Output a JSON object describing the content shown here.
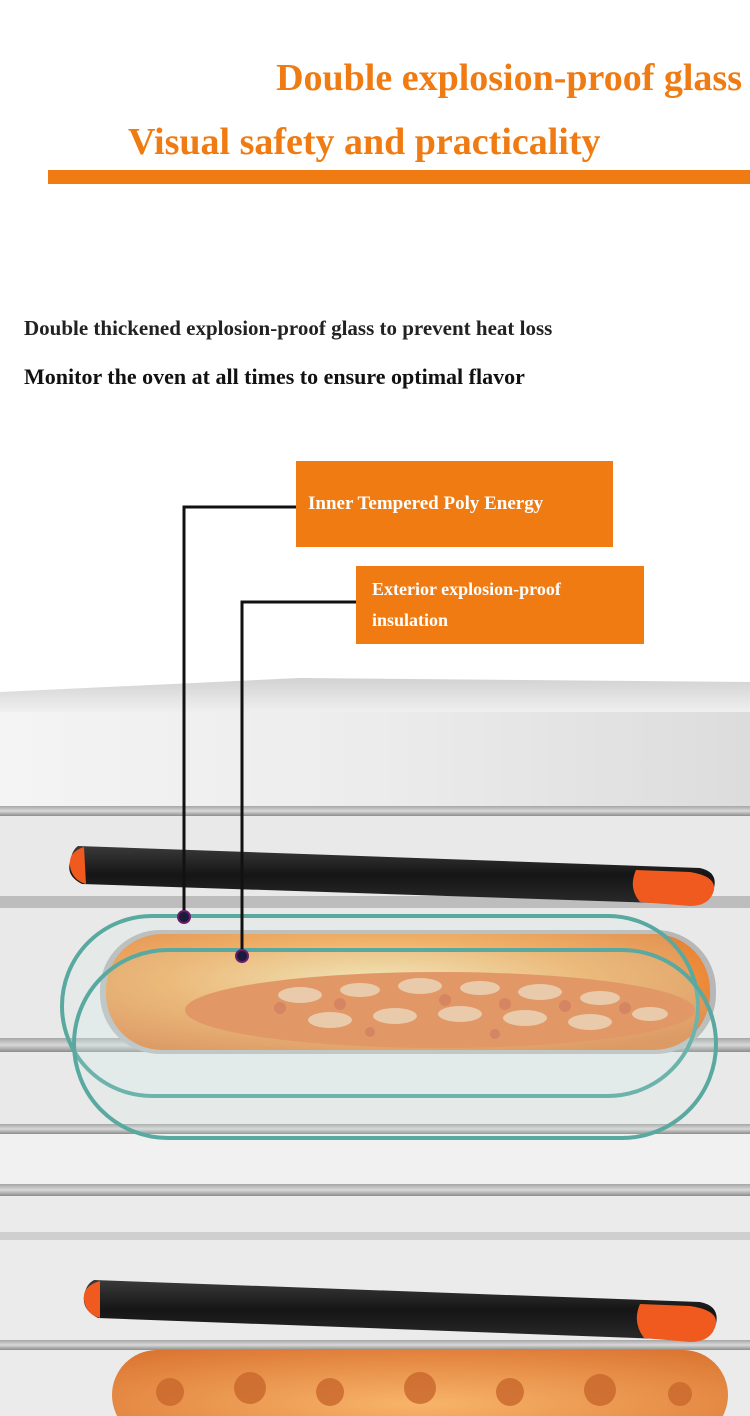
{
  "header": {
    "title_line1": "Double explosion-proof glass",
    "title_line2": "Visual safety and practicality"
  },
  "description": {
    "line1": "Double thickened explosion-proof glass to prevent heat loss",
    "line2": "Monitor the oven at all times to ensure optimal flavor"
  },
  "callouts": {
    "inner": "Inner Tempered Poly Energy",
    "exterior": "Exterior explosion-proof insulation"
  },
  "colors": {
    "accent": "#ef7b12",
    "glass_outline": "#5aa9a0",
    "handle": "#1c1c1c",
    "handle_cap": "#f05a1e",
    "steel": "#e6e6e6"
  }
}
